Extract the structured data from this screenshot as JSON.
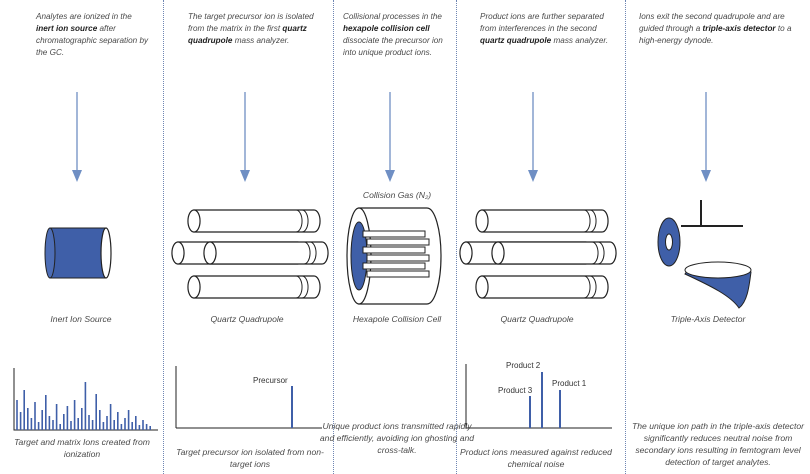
{
  "stages": [
    {
      "desc_pre": "Analytes are ionized in the ",
      "desc_bold": "inert ion source",
      "desc_post": " after chromatographic separation by the GC.",
      "caption": "Inert Ion Source",
      "footer": "Target and matrix Ions created from ionization"
    },
    {
      "desc_pre": "The target precursor ion is isolated from the matrix in the first ",
      "desc_bold": "quartz quadrupole",
      "desc_post": " mass analyzer.",
      "caption": "Quartz Quadrupole",
      "footer": "Target precursor ion isolated from non-target ions",
      "spectrum_label": "Precursor"
    },
    {
      "desc_pre": "Collisional processes in the ",
      "desc_bold": "hexapole collision cell",
      "desc_post": " dissociate the precursor ion into unique product ions.",
      "gas_label": "Collision Gas (N₂)",
      "caption": "Hexapole Collision Cell",
      "footer": "Unique product ions transmitted rapidly and efficiently, avoiding ion ghosting and cross-talk."
    },
    {
      "desc_pre": "Product ions are further separated from interferences in the second ",
      "desc_bold": "quartz quadrupole",
      "desc_post": " mass analyzer.",
      "caption": "Quartz Quadrupole",
      "footer": "Product ions measured against reduced chemical noise",
      "spectrum_labels": [
        "Product 2",
        "Product 3",
        "Product 1"
      ]
    },
    {
      "desc_pre": "Ions exit the second quadrupole and are guided through a ",
      "desc_bold": "triple-axis detector",
      "desc_post": " to a high-energy dynode.",
      "caption": "Triple-Axis Detector",
      "footer": "The unique ion path in the triple-axis detector significantly reduces neutral noise from secondary ions resulting in femtogram level detection of target analytes."
    }
  ],
  "colors": {
    "accent": "#3f5fa8",
    "arrow": "#6f8fc4",
    "divider": "#6f86b3"
  }
}
